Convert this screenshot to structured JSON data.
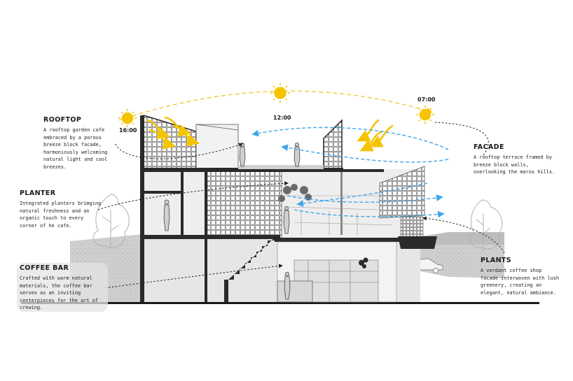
{
  "annotations": {
    "rooftop": {
      "heading": "ROOFTOP",
      "lines": [
        "A rooftop garden cafe",
        "embraced by a porous",
        "breeze block facade,",
        "harmoniously welcoming",
        "natural light and cool",
        "breezes."
      ]
    },
    "planter": {
      "heading": "PLANTER",
      "lines": [
        "Integrated planters brimging",
        "natural freshness and an",
        "organic touch to every",
        "corner of he cafe."
      ]
    },
    "coffee_bar": {
      "heading": "COFFEE BAR",
      "lines": [
        "Crafted with warm natural",
        "materials, the coffee bar",
        "serves as an inviting",
        "centerpieces for the art of",
        "crewing."
      ]
    },
    "facade": {
      "heading": "FACADE",
      "lines": [
        "A rooftop terrace framed by",
        "breeze block walls,",
        "overlooking the maros hills."
      ]
    },
    "plants": {
      "heading": "PLANTS",
      "lines": [
        "A verdant coffee shop",
        "facade interwoven with lush",
        "greenery, creating an",
        "elegant, natural ambiance."
      ]
    }
  },
  "sun_times": {
    "left": "16:00",
    "top": "12:00",
    "right": "07:00"
  },
  "colors": {
    "sun": "#f5c400",
    "sun_path": "#f2c530",
    "wind": "#3ea6e8",
    "wall": "#2a2a2a",
    "ground": "#d6d6d6",
    "text": "#1a1a1a"
  }
}
